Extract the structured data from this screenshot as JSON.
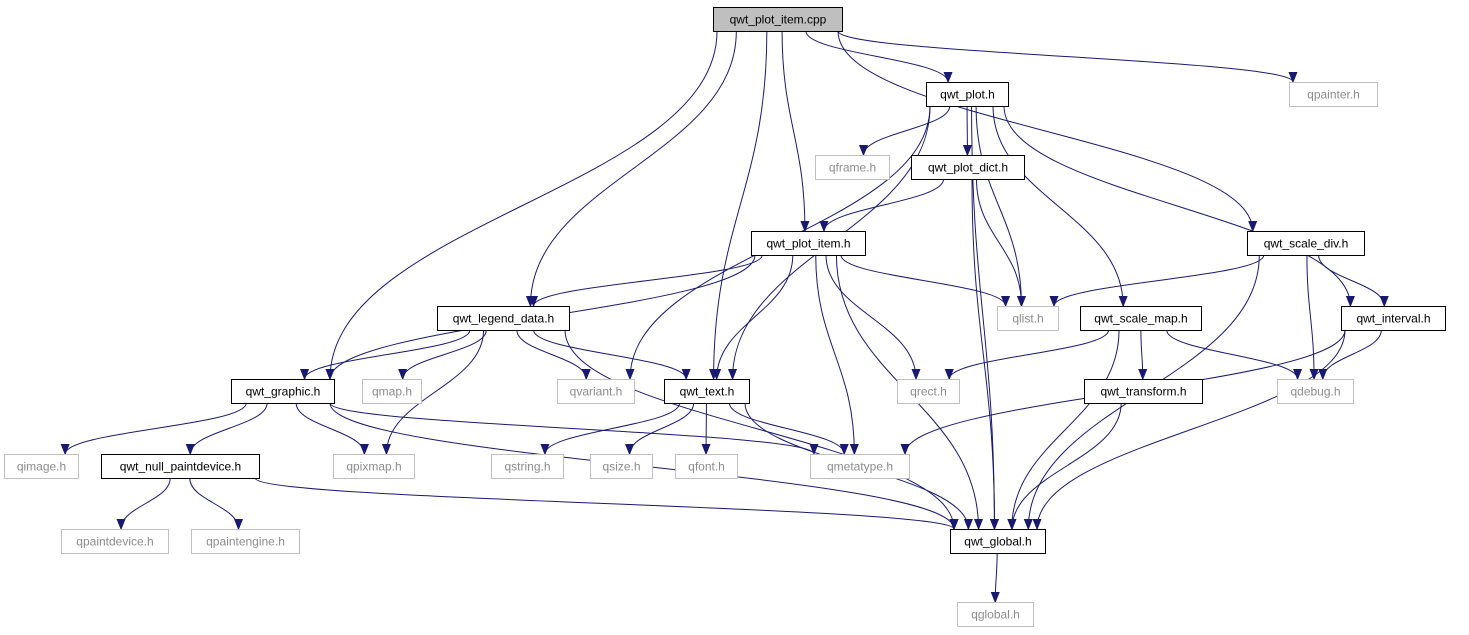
{
  "diagram": {
    "type": "include-dependency-graph",
    "colors": {
      "edge": "#191970",
      "project_border": "#000000",
      "external_border": "#bfbfbf",
      "external_text": "#8c8c8c",
      "root_fill": "#bfbfbf"
    },
    "nodes": [
      {
        "id": "root",
        "label": "qwt_plot_item.cpp",
        "kind": "root"
      },
      {
        "id": "qwt_plot",
        "label": "qwt_plot.h",
        "kind": "project"
      },
      {
        "id": "qpainter",
        "label": "qpainter.h",
        "kind": "external"
      },
      {
        "id": "qframe",
        "label": "qframe.h",
        "kind": "external"
      },
      {
        "id": "qwt_plot_dict",
        "label": "qwt_plot_dict.h",
        "kind": "project"
      },
      {
        "id": "qwt_plot_item",
        "label": "qwt_plot_item.h",
        "kind": "project"
      },
      {
        "id": "qwt_scale_div",
        "label": "qwt_scale_div.h",
        "kind": "project"
      },
      {
        "id": "qwt_legend_data",
        "label": "qwt_legend_data.h",
        "kind": "project"
      },
      {
        "id": "qlist",
        "label": "qlist.h",
        "kind": "external"
      },
      {
        "id": "qwt_scale_map",
        "label": "qwt_scale_map.h",
        "kind": "project"
      },
      {
        "id": "qwt_interval",
        "label": "qwt_interval.h",
        "kind": "project"
      },
      {
        "id": "qwt_graphic",
        "label": "qwt_graphic.h",
        "kind": "project"
      },
      {
        "id": "qmap",
        "label": "qmap.h",
        "kind": "external"
      },
      {
        "id": "qvariant",
        "label": "qvariant.h",
        "kind": "external"
      },
      {
        "id": "qwt_text",
        "label": "qwt_text.h",
        "kind": "project"
      },
      {
        "id": "qrect",
        "label": "qrect.h",
        "kind": "external"
      },
      {
        "id": "qwt_transform",
        "label": "qwt_transform.h",
        "kind": "project"
      },
      {
        "id": "qdebug",
        "label": "qdebug.h",
        "kind": "external"
      },
      {
        "id": "qimage",
        "label": "qimage.h",
        "kind": "external"
      },
      {
        "id": "qwt_null_paintdevice",
        "label": "qwt_null_paintdevice.h",
        "kind": "project"
      },
      {
        "id": "qpixmap",
        "label": "qpixmap.h",
        "kind": "external"
      },
      {
        "id": "qstring",
        "label": "qstring.h",
        "kind": "external"
      },
      {
        "id": "qsize",
        "label": "qsize.h",
        "kind": "external"
      },
      {
        "id": "qfont",
        "label": "qfont.h",
        "kind": "external"
      },
      {
        "id": "qmetatype",
        "label": "qmetatype.h",
        "kind": "external"
      },
      {
        "id": "qpaintdevice",
        "label": "qpaintdevice.h",
        "kind": "external"
      },
      {
        "id": "qpaintengine",
        "label": "qpaintengine.h",
        "kind": "external"
      },
      {
        "id": "qwt_global",
        "label": "qwt_global.h",
        "kind": "project"
      },
      {
        "id": "qglobal",
        "label": "qglobal.h",
        "kind": "external"
      }
    ],
    "edges": [
      {
        "from": "root",
        "to": "qwt_plot"
      },
      {
        "from": "root",
        "to": "qpainter"
      },
      {
        "from": "root",
        "to": "qwt_scale_div"
      },
      {
        "from": "root",
        "to": "qwt_plot_item"
      },
      {
        "from": "root",
        "to": "qwt_legend_data"
      },
      {
        "from": "root",
        "to": "qwt_text"
      },
      {
        "from": "root",
        "to": "qwt_graphic"
      },
      {
        "from": "qwt_plot",
        "to": "qframe"
      },
      {
        "from": "qwt_plot",
        "to": "qwt_plot_dict"
      },
      {
        "from": "qwt_plot",
        "to": "qlist"
      },
      {
        "from": "qwt_plot",
        "to": "qwt_scale_map"
      },
      {
        "from": "qwt_plot",
        "to": "qwt_interval"
      },
      {
        "from": "qwt_plot",
        "to": "qwt_global"
      },
      {
        "from": "qwt_plot",
        "to": "qwt_text"
      },
      {
        "from": "qwt_plot",
        "to": "qvariant"
      },
      {
        "from": "qwt_plot_dict",
        "to": "qwt_plot_item"
      },
      {
        "from": "qwt_plot_dict",
        "to": "qlist"
      },
      {
        "from": "qwt_plot_dict",
        "to": "qwt_global"
      },
      {
        "from": "qwt_plot_item",
        "to": "qwt_legend_data"
      },
      {
        "from": "qwt_plot_item",
        "to": "qwt_graphic"
      },
      {
        "from": "qwt_plot_item",
        "to": "qwt_text"
      },
      {
        "from": "qwt_plot_item",
        "to": "qlist"
      },
      {
        "from": "qwt_plot_item",
        "to": "qrect"
      },
      {
        "from": "qwt_plot_item",
        "to": "qmetatype"
      },
      {
        "from": "qwt_plot_item",
        "to": "qwt_global"
      },
      {
        "from": "qwt_scale_div",
        "to": "qlist"
      },
      {
        "from": "qwt_scale_div",
        "to": "qwt_interval"
      },
      {
        "from": "qwt_scale_div",
        "to": "qdebug"
      },
      {
        "from": "qwt_scale_div",
        "to": "qwt_global"
      },
      {
        "from": "qwt_legend_data",
        "to": "qwt_graphic"
      },
      {
        "from": "qwt_legend_data",
        "to": "qmap"
      },
      {
        "from": "qwt_legend_data",
        "to": "qvariant"
      },
      {
        "from": "qwt_legend_data",
        "to": "qwt_text"
      },
      {
        "from": "qwt_legend_data",
        "to": "qpixmap"
      },
      {
        "from": "qwt_legend_data",
        "to": "qwt_global"
      },
      {
        "from": "qwt_scale_map",
        "to": "qrect"
      },
      {
        "from": "qwt_scale_map",
        "to": "qwt_transform"
      },
      {
        "from": "qwt_scale_map",
        "to": "qdebug"
      },
      {
        "from": "qwt_scale_map",
        "to": "qwt_global"
      },
      {
        "from": "qwt_interval",
        "to": "qdebug"
      },
      {
        "from": "qwt_interval",
        "to": "qmetatype"
      },
      {
        "from": "qwt_interval",
        "to": "qwt_global"
      },
      {
        "from": "qwt_graphic",
        "to": "qimage"
      },
      {
        "from": "qwt_graphic",
        "to": "qwt_null_paintdevice"
      },
      {
        "from": "qwt_graphic",
        "to": "qpixmap"
      },
      {
        "from": "qwt_graphic",
        "to": "qmetatype"
      },
      {
        "from": "qwt_graphic",
        "to": "qwt_global"
      },
      {
        "from": "qwt_text",
        "to": "qstring"
      },
      {
        "from": "qwt_text",
        "to": "qsize"
      },
      {
        "from": "qwt_text",
        "to": "qfont"
      },
      {
        "from": "qwt_text",
        "to": "qmetatype"
      },
      {
        "from": "qwt_text",
        "to": "qwt_global"
      },
      {
        "from": "qwt_transform",
        "to": "qwt_global"
      },
      {
        "from": "qwt_null_paintdevice",
        "to": "qpaintdevice"
      },
      {
        "from": "qwt_null_paintdevice",
        "to": "qpaintengine"
      },
      {
        "from": "qwt_null_paintdevice",
        "to": "qwt_global"
      },
      {
        "from": "qwt_global",
        "to": "qglobal"
      }
    ]
  }
}
